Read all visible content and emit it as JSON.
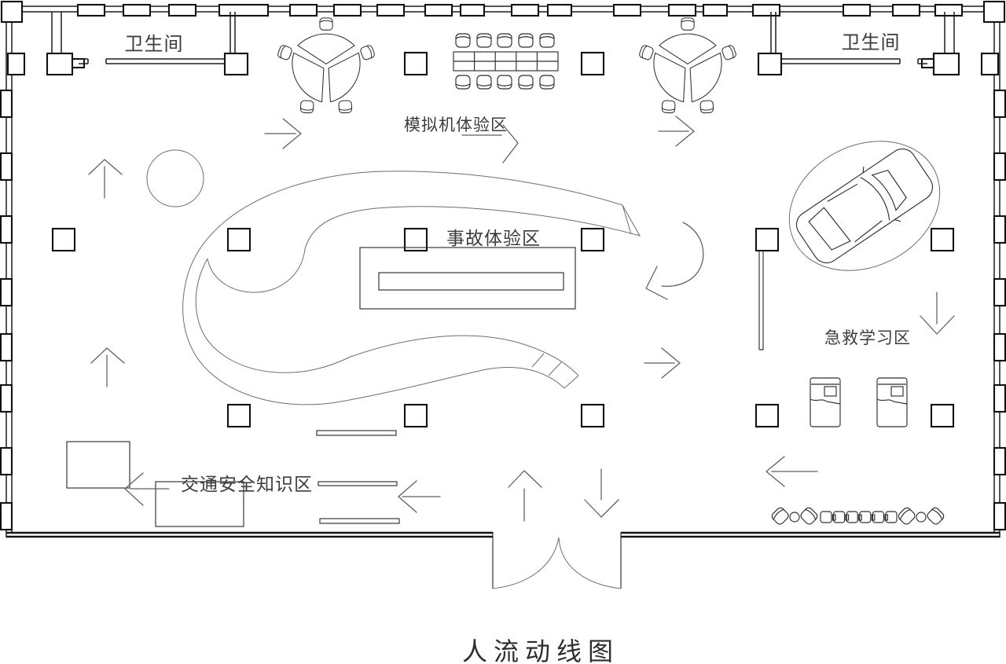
{
  "diagram": {
    "title": "人流动线图",
    "type": "floor-plan-circulation"
  },
  "labels": {
    "restroom_left": "卫生间",
    "restroom_right": "卫生间",
    "simulator_zone": "模拟机体验区",
    "accident_zone": "事故体验区",
    "first_aid_zone": "急救学习区",
    "traffic_knowledge_zone": "交通安全知识区"
  },
  "colors": {
    "background": "#ffffff",
    "wall_line": "#1d1d1d",
    "light_line": "#6e6e6e",
    "arrow_line": "#5d5d5d",
    "text": "#3c3c3c"
  }
}
